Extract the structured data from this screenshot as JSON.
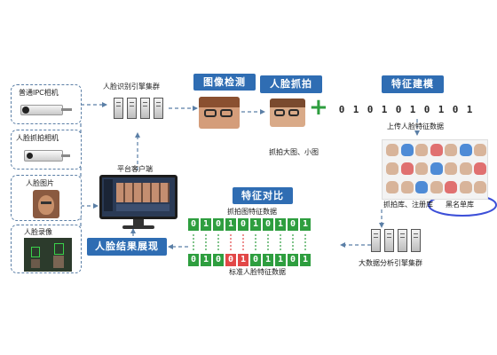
{
  "sources": {
    "ipc_camera": "普通IPC相机",
    "capture_camera": "人脸抓拍相机",
    "face_photo": "人脸图片",
    "face_video": "人脸录像"
  },
  "stages": {
    "recognition_cluster": "人脸识别引擎集群",
    "image_detection": "图像检测",
    "face_capture": "人脸抓拍",
    "feature_modeling": "特征建模",
    "capture_caption": "抓拍大图、小图",
    "upload_features": "上传人脸特征数据",
    "library_caption": "抓拍库、注册库",
    "blacklist": "黑名单库",
    "bigdata_cluster": "大数据分析引擎集群",
    "feature_compare": "特征对比",
    "captured_features": "抓拍图特征数据",
    "standard_features": "标准人脸特征数据",
    "client": "平台客户端",
    "result_display": "人脸结果展现"
  },
  "symbols": {
    "plus": "+"
  },
  "bits": {
    "model": [
      "0",
      "1",
      "0",
      "1",
      "0",
      "1",
      "0",
      "1",
      "0",
      "1"
    ],
    "captured": [
      "0",
      "1",
      "0",
      "1",
      "0",
      "1",
      "0",
      "1",
      "0",
      "1"
    ],
    "standard": [
      "0",
      "1",
      "0",
      "0",
      "1",
      "0",
      "1",
      "1",
      "0",
      "1"
    ],
    "standard_colors": [
      "g",
      "g",
      "g",
      "r",
      "r",
      "g",
      "g",
      "g",
      "g",
      "g"
    ]
  },
  "colors": {
    "stage": "#2f6db3",
    "arrow": "#5b7fa6",
    "bit_green": "#2e9e3f",
    "bit_red": "#e24848",
    "highlight": "#3c4fd8"
  }
}
